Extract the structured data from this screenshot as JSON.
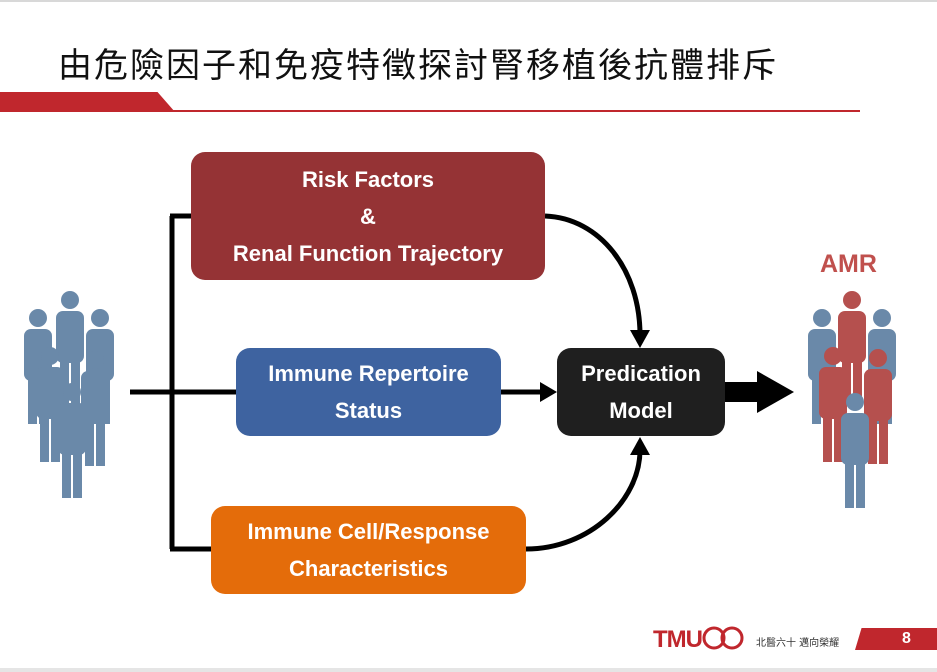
{
  "title": "由危險因子和免疫特徵探討腎移植後抗體排斥",
  "boxes": {
    "risk": {
      "line1": "Risk Factors",
      "line2": "&",
      "line3": "Renal Function Trajectory"
    },
    "immune_repertoire": {
      "line1": "Immune Repertoire",
      "line2": "Status"
    },
    "immune_cell": {
      "line1": "Immune Cell/Response",
      "line2": "Characteristics"
    },
    "model": {
      "line1": "Predication",
      "line2": "Model"
    }
  },
  "outcome_label": "AMR",
  "footer": {
    "logo_text": "TMU",
    "slogan": "北醫六十 邁向榮耀",
    "page_number": "8"
  },
  "colors": {
    "risk": "#953335",
    "immune_repertoire": "#3e63a0",
    "immune_cell": "#e46c0a",
    "model": "#1f1f1f",
    "person_blue": "#6a89a9",
    "person_red": "#b5504e",
    "accent": "#c0272d"
  }
}
